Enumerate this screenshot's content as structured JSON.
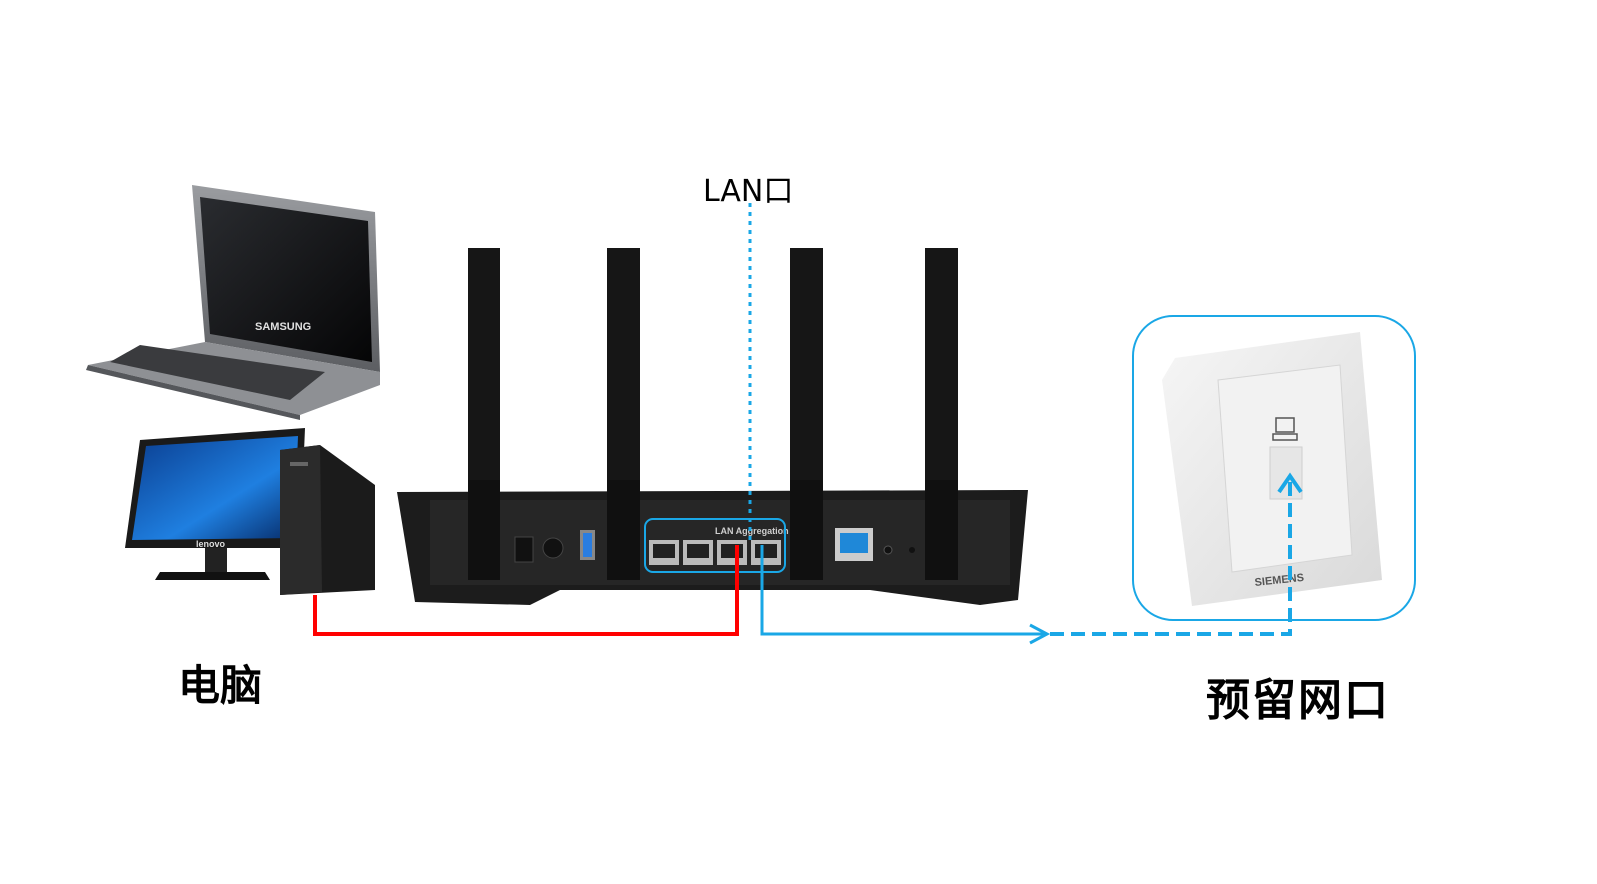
{
  "labels": {
    "lan_port": "LAN口",
    "computer": "电脑",
    "reserved_port": "预留网口"
  },
  "device_logos": {
    "laptop": "SAMSUNG",
    "desktop": "lenovo",
    "wall_plate": "SIEMENS",
    "router_port_group": "LAN Aggregation"
  },
  "colors": {
    "computer_cable": "#ff0000",
    "wall_cable": "#00a0e9",
    "highlight": "#1aa7e6"
  }
}
